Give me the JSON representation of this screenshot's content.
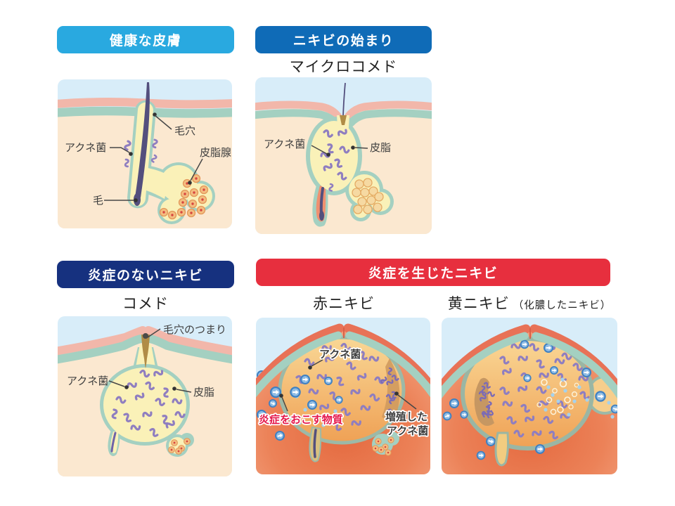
{
  "colors": {
    "header-healthy-bg": "#29A9E0",
    "header-start-bg": "#0F6BB7",
    "header-noninflamed-bg": "#16317F",
    "header-inflamed-bg": "#E72F3E",
    "header-text": "#FFFFFF",
    "label-text": "#3F3F3F",
    "inflammation-label-text": "#E5174B",
    "sky": "#D8EDF9",
    "surface-pink": "#F2B7AA",
    "surface-red": "#E87257",
    "epidermis-teal": "#A4D0C1",
    "dermis-cream": "#FBE8D0",
    "sebum-yellow": "#FAF1B8",
    "bacteria-purple": "#8F7EC0",
    "hair-dark": "#534F7D",
    "plug-brown": "#B08C46",
    "immune-cell-blue": "#3E80C2"
  },
  "panels": {
    "healthy": {
      "header": "健康な皮膚",
      "labels": {
        "pore": "毛穴",
        "bacteria": "アクネ菌",
        "gland": "皮脂腺",
        "hair": "毛"
      }
    },
    "start": {
      "header": "ニキビの始まり",
      "subtitle": "マイクロコメド",
      "labels": {
        "bacteria": "アクネ菌",
        "sebum": "皮脂"
      }
    },
    "noninflamed": {
      "header": "炎症のないニキビ",
      "subtitle": "コメド",
      "labels": {
        "clog": "毛穴のつまり",
        "bacteria": "アクネ菌",
        "sebum": "皮脂"
      }
    },
    "inflamed": {
      "header": "炎症を生じたニキビ",
      "red": {
        "subtitle": "赤ニキビ",
        "labels": {
          "bacteria": "アクネ菌",
          "substance": "炎症をおこす物質",
          "grown1": "増殖した",
          "grown2": "アクネ菌"
        }
      },
      "yellow": {
        "subtitle": "黄ニキビ",
        "subtitle_note": "（化膿したニキビ）"
      }
    }
  }
}
